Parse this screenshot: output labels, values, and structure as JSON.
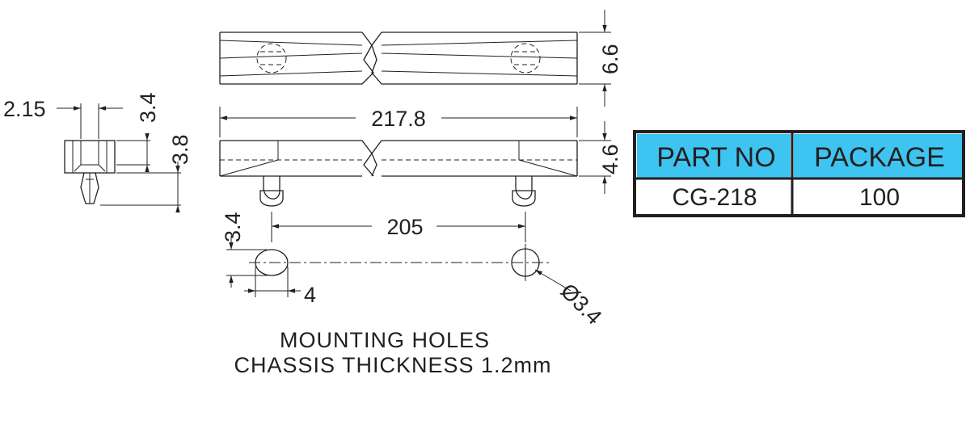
{
  "dimensions": {
    "side_pitch_width": "2.15",
    "side_head_height": "3.4",
    "side_total_height": "3.8",
    "top_height": "6.6",
    "overall_length": "217.8",
    "front_height": "4.6",
    "pin_spacing": "205",
    "hole_height": "3.4",
    "hole_width": "4",
    "hole_diameter": "Ø3.4"
  },
  "notes": {
    "line1": "MOUNTING HOLES",
    "line2": "CHASSIS THICKNESS 1.2mm"
  },
  "table": {
    "header_color": "#3ec4f0",
    "headers": [
      "PART NO",
      "PACKAGE"
    ],
    "rows": [
      [
        "CG-218",
        "100"
      ]
    ]
  }
}
